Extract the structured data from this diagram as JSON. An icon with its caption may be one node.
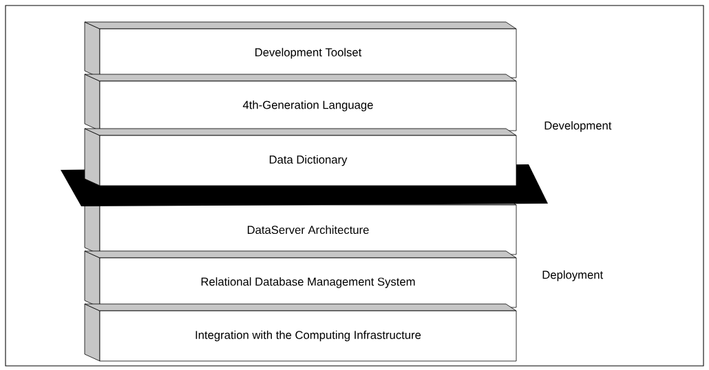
{
  "diagram": {
    "nodes": [
      {
        "text": [
          "Development Toolset"
        ]
      },
      {
        "text": [
          "4th-Generation Language"
        ]
      },
      {
        "text": [
          "Data Dictionary"
        ]
      },
      {
        "text": [],
        "shape": "bar"
      },
      {
        "text": [
          "DataServer Architecture"
        ]
      },
      {
        "text": [
          "Relational Database Management System"
        ]
      },
      {
        "text": [
          "Integration with the Computing Infrastructure"
        ]
      }
    ],
    "labels": [
      "Development",
      "Deployment"
    ]
  }
}
